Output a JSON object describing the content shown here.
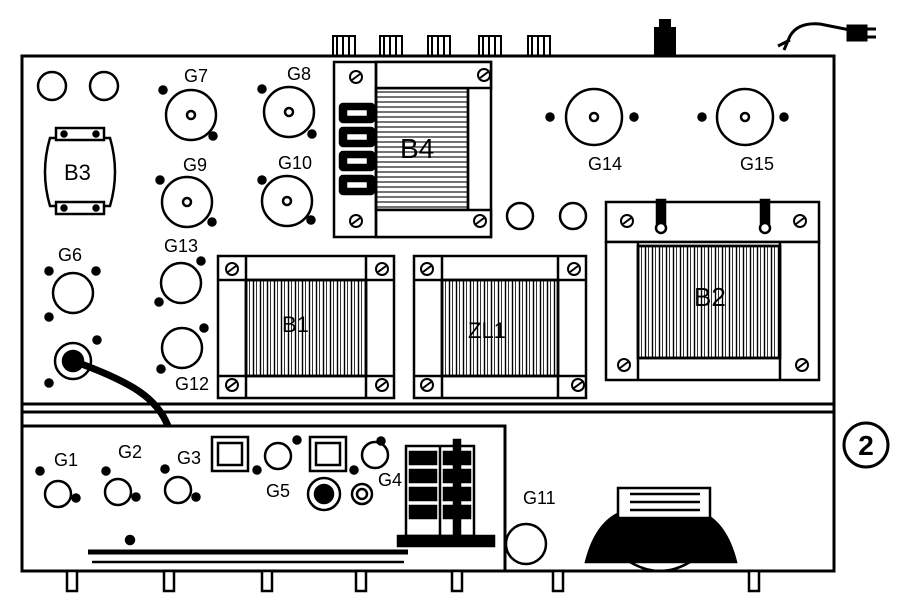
{
  "labels": {
    "g7": "G7",
    "g8": "G8",
    "g9": "G9",
    "g10": "G10",
    "g14": "G14",
    "g15": "G15",
    "g6": "G6",
    "g13": "G13",
    "g12": "G12",
    "g1": "G1",
    "g2": "G2",
    "g3": "G3",
    "g4": "G4",
    "g5": "G5",
    "g11": "G11",
    "b1": "B1",
    "b2": "B2",
    "b3": "B3",
    "b4": "B4",
    "zl1": "ZL1"
  },
  "figure_number": "2",
  "colors": {
    "ink": "#000000",
    "paper": "#ffffff"
  }
}
